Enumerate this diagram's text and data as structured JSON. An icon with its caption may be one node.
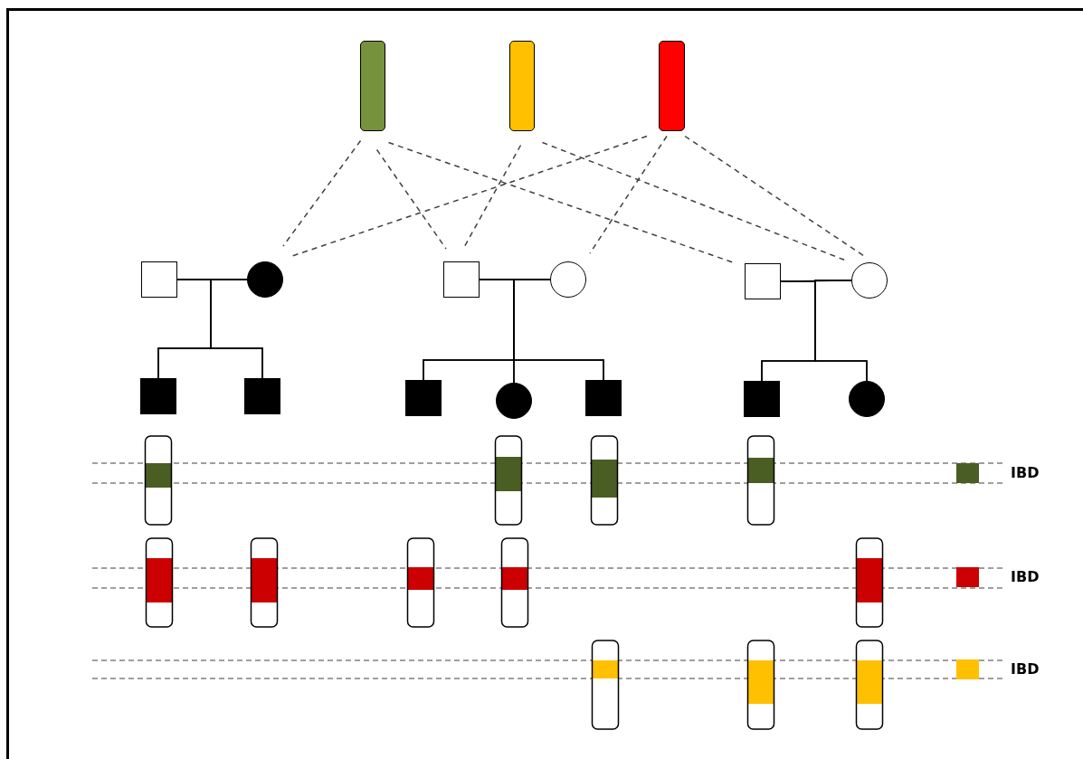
{
  "diagram": {
    "nodes": [
      {
        "text": [],
        "shape": "bar"
      },
      {
        "text": [],
        "shape": "bar"
      },
      {
        "text": [],
        "shape": "bar"
      },
      {
        "text": [],
        "shape": "box"
      },
      {
        "text": [],
        "shape": "circle"
      },
      {
        "text": [],
        "shape": "box"
      },
      {
        "text": [],
        "shape": "circle"
      },
      {
        "text": [],
        "shape": "box"
      },
      {
        "text": [],
        "shape": "circle"
      },
      {
        "text": [],
        "shape": "box"
      },
      {
        "text": [],
        "shape": "box"
      },
      {
        "text": [],
        "shape": "box"
      },
      {
        "text": [],
        "shape": "circle"
      },
      {
        "text": [],
        "shape": "box"
      },
      {
        "text": [],
        "shape": "box"
      },
      {
        "text": [],
        "shape": "circle"
      }
    ],
    "edges": [
      {
        "from": 0,
        "to": 4,
        "arrow": "none",
        "style": "dashed",
        "color": "#404040"
      },
      {
        "from": 0,
        "to": 5,
        "arrow": "none",
        "style": "dashed",
        "color": "#404040"
      },
      {
        "from": 0,
        "to": 7,
        "arrow": "none",
        "style": "dashed",
        "color": "#404040"
      },
      {
        "from": 1,
        "to": 5,
        "arrow": "none",
        "style": "dashed",
        "color": "#404040"
      },
      {
        "from": 1,
        "to": 8,
        "arrow": "none",
        "style": "dashed",
        "color": "#404040"
      },
      {
        "from": 2,
        "to": 4,
        "arrow": "none",
        "style": "dashed",
        "color": "#404040"
      },
      {
        "from": 2,
        "to": 6,
        "arrow": "none",
        "style": "dashed",
        "color": "#404040"
      },
      {
        "from": 2,
        "to": 8,
        "arrow": "none",
        "style": "dashed",
        "color": "#404040"
      },
      {
        "from": 3,
        "to": 4,
        "arrow": "none"
      },
      {
        "from": 5,
        "to": 6,
        "arrow": "none"
      },
      {
        "from": 7,
        "to": 8,
        "arrow": "none"
      },
      {
        "from": 3,
        "to": 9,
        "arrow": "none"
      },
      {
        "from": 4,
        "to": 9,
        "arrow": "none"
      },
      {
        "from": 3,
        "to": 10,
        "arrow": "none"
      },
      {
        "from": 4,
        "to": 10,
        "arrow": "none"
      },
      {
        "from": 5,
        "to": 11,
        "arrow": "none"
      },
      {
        "from": 6,
        "to": 11,
        "arrow": "none"
      },
      {
        "from": 5,
        "to": 12,
        "arrow": "none"
      },
      {
        "from": 6,
        "to": 12,
        "arrow": "none"
      },
      {
        "from": 5,
        "to": 13,
        "arrow": "none"
      },
      {
        "from": 6,
        "to": 13,
        "arrow": "none"
      },
      {
        "from": 7,
        "to": 14,
        "arrow": "none"
      },
      {
        "from": 8,
        "to": 14,
        "arrow": "none"
      },
      {
        "from": 7,
        "to": 15,
        "arrow": "none"
      },
      {
        "from": 8,
        "to": 15,
        "arrow": "none"
      }
    ],
    "legend": [
      {
        "text": "IBD",
        "color": "#4a5e23"
      },
      {
        "text": "IBD",
        "color": "#cc0000"
      },
      {
        "text": "IBD",
        "color": "#ffc000"
      }
    ]
  }
}
